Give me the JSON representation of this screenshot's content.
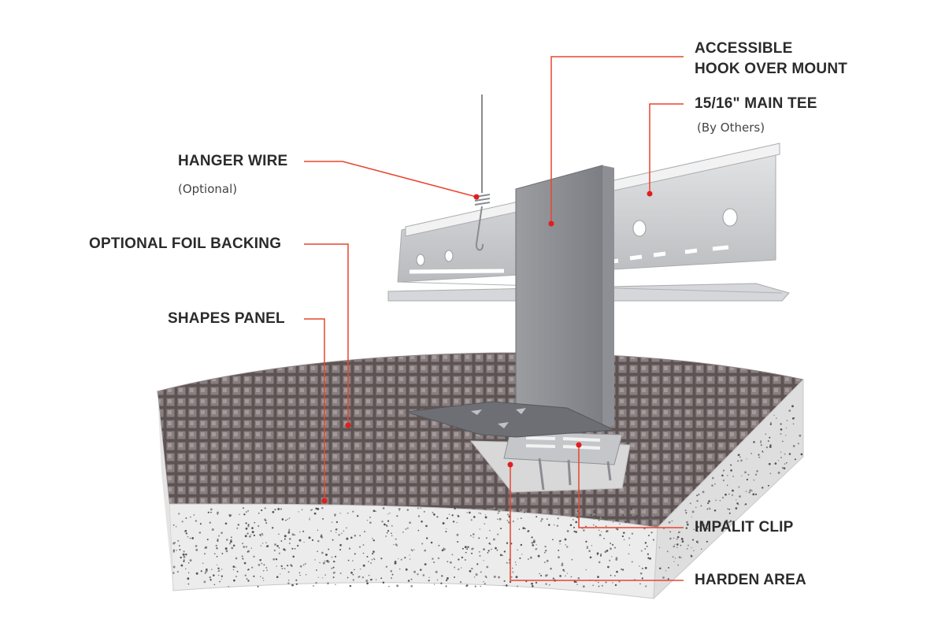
{
  "colors": {
    "leader_line": "#e8452f",
    "leader_dot": "#e01e1e",
    "label_text": "#2b2b2b",
    "metal": "#c9cbce",
    "panel_side": "#e6e6e6",
    "foil_grid": "#7a7070"
  },
  "callouts": {
    "hook_mount": {
      "line1": "ACCESSIBLE",
      "line2": "HOOK OVER MOUNT"
    },
    "main_tee": {
      "title": "15/16\" MAIN TEE",
      "note": "(By Others)"
    },
    "hanger_wire": {
      "title": "HANGER WIRE",
      "note": "(Optional)"
    },
    "foil_backing": {
      "title": "OPTIONAL FOIL BACKING"
    },
    "shapes_panel": {
      "title": "SHAPES PANEL"
    },
    "impalit_clip": {
      "title": "IMPALIT CLIP"
    },
    "harden_area": {
      "title": "HARDEN AREA"
    }
  }
}
